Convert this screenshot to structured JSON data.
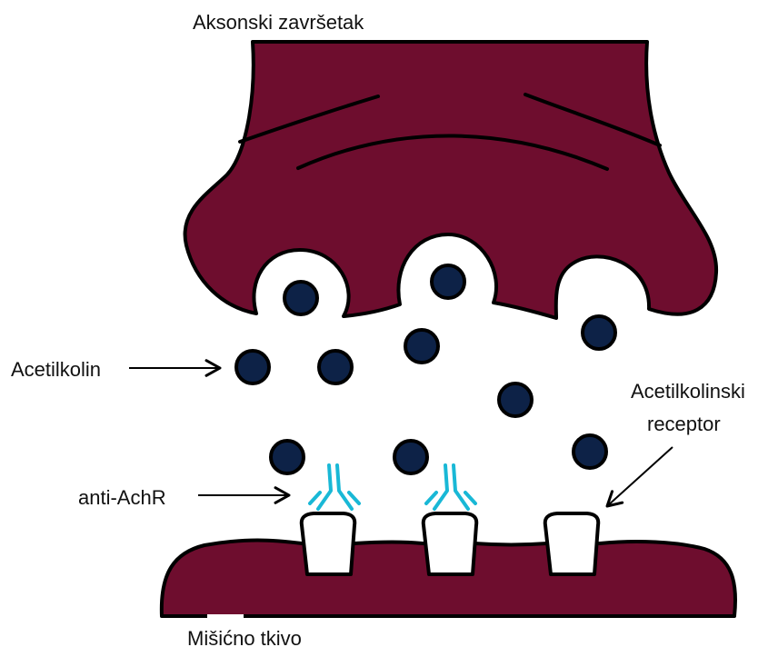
{
  "labels": {
    "axon_terminal": "Aksonski završetak",
    "acetylcholine": "Acetilkolin",
    "receptor_line1": "Acetilkolinski",
    "receptor_line2": "receptor",
    "antibody": "anti-AchR",
    "muscle_tissue": "Mišićno tkivo"
  },
  "colors": {
    "tissue": "#6e0d2e",
    "molecule": "#0d2247",
    "antibody": "#19b8d6",
    "outline": "#000000",
    "background": "#ffffff"
  }
}
